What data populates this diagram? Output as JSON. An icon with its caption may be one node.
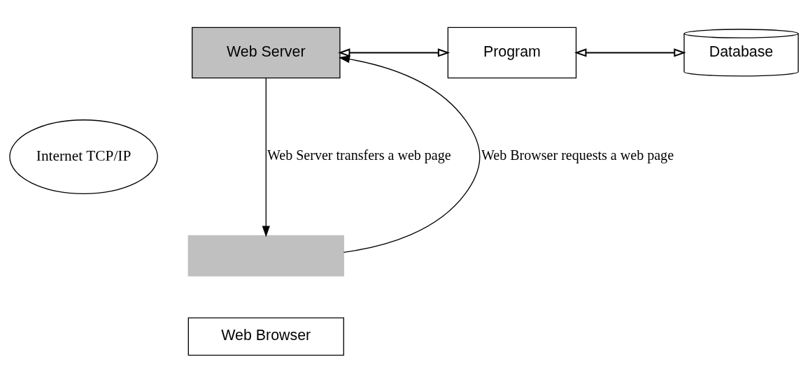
{
  "diagram": {
    "nodes": [
      {
        "text": [
          "Web Server"
        ]
      },
      {
        "text": [
          "Program"
        ]
      },
      {
        "text": [
          "Database"
        ]
      },
      {
        "text": [
          "Internet TCP/IP"
        ]
      },
      {
        "text": [],
        "shape": "box"
      },
      {
        "text": [
          "Web Browser"
        ]
      }
    ],
    "edges": [
      {
        "from": 4,
        "to": 0,
        "arrow": "to",
        "label": "Web Browser requests a web page"
      },
      {
        "from": 0,
        "to": 4,
        "arrow": "to",
        "label": "Web Server transfers a web page"
      },
      {
        "from": 0,
        "to": 1,
        "arrow": "both"
      },
      {
        "from": 1,
        "to": 2,
        "arrow": "both"
      }
    ]
  }
}
